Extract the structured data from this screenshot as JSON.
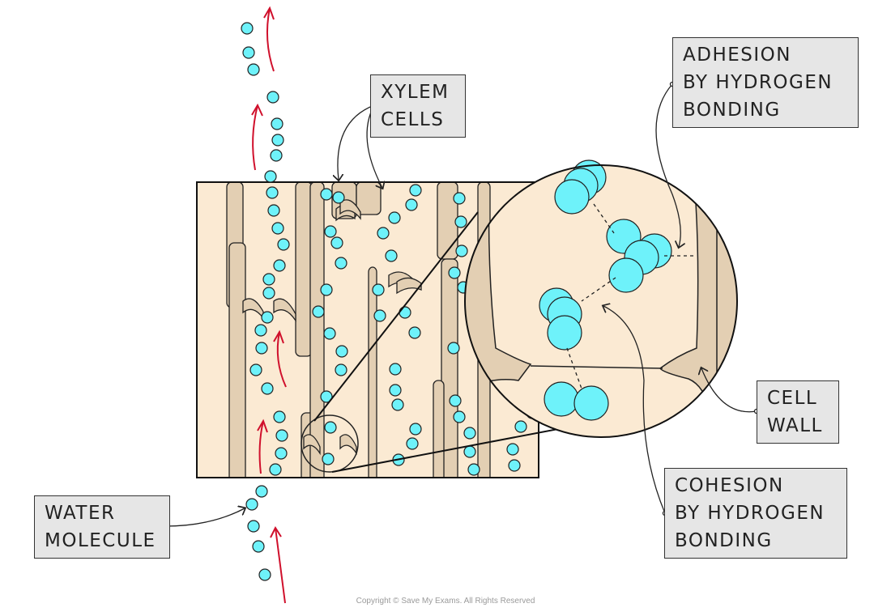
{
  "labels": {
    "xylem": [
      "XYLEM",
      "CELLS"
    ],
    "adhesion": [
      "ADHESION",
      "BY  HYDROGEN",
      "BONDING"
    ],
    "cell_wall": [
      "CELL",
      "WALL"
    ],
    "cohesion": [
      "COHESION",
      "BY  HYDROGEN",
      "BONDING"
    ],
    "water": [
      "WATER",
      "MOLECULE"
    ]
  },
  "copyright": "Copyright © Save My Exams. All Rights Reserved",
  "colors": {
    "water": "#6ef2fa",
    "wall": "#e3cfb3",
    "cell_bg": "#fbead3",
    "arrow": "#d0102c",
    "label_bg": "#e6e6e6"
  }
}
